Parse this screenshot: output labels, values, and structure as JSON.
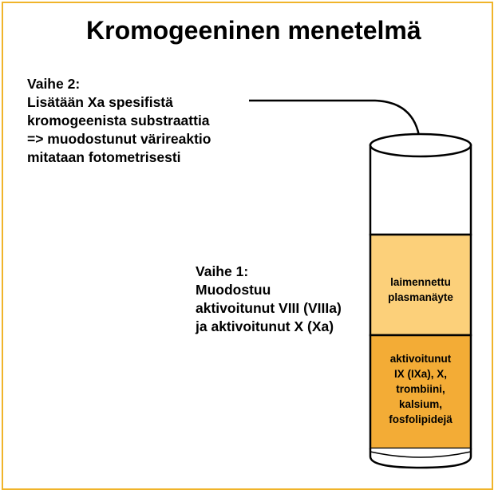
{
  "title": "Kromogeeninen menetelmä",
  "step2": {
    "lines": [
      "Vaihe 2:",
      "Lisätään Xa spesifistä",
      "kromogeenista substraattia",
      "=> muodostunut värireaktio",
      "mitataan fotometrisesti"
    ]
  },
  "step1": {
    "lines": [
      "Vaihe 1:",
      "Muodostuu",
      "aktivoitunut VIII (VIIIa)",
      "ja aktivoitunut X (Xa)"
    ]
  },
  "tube": {
    "upper_layer": {
      "lines": [
        "laimennettu",
        "plasmanäyte"
      ],
      "color": "#fcd07a"
    },
    "lower_layer": {
      "lines": [
        "aktivoitunut",
        "IX (IXa), X,",
        "trombiini,",
        "kalsium,",
        "fosfolipidejä"
      ],
      "color": "#f3ac36"
    }
  },
  "colors": {
    "frame": "#f0b42a"
  }
}
